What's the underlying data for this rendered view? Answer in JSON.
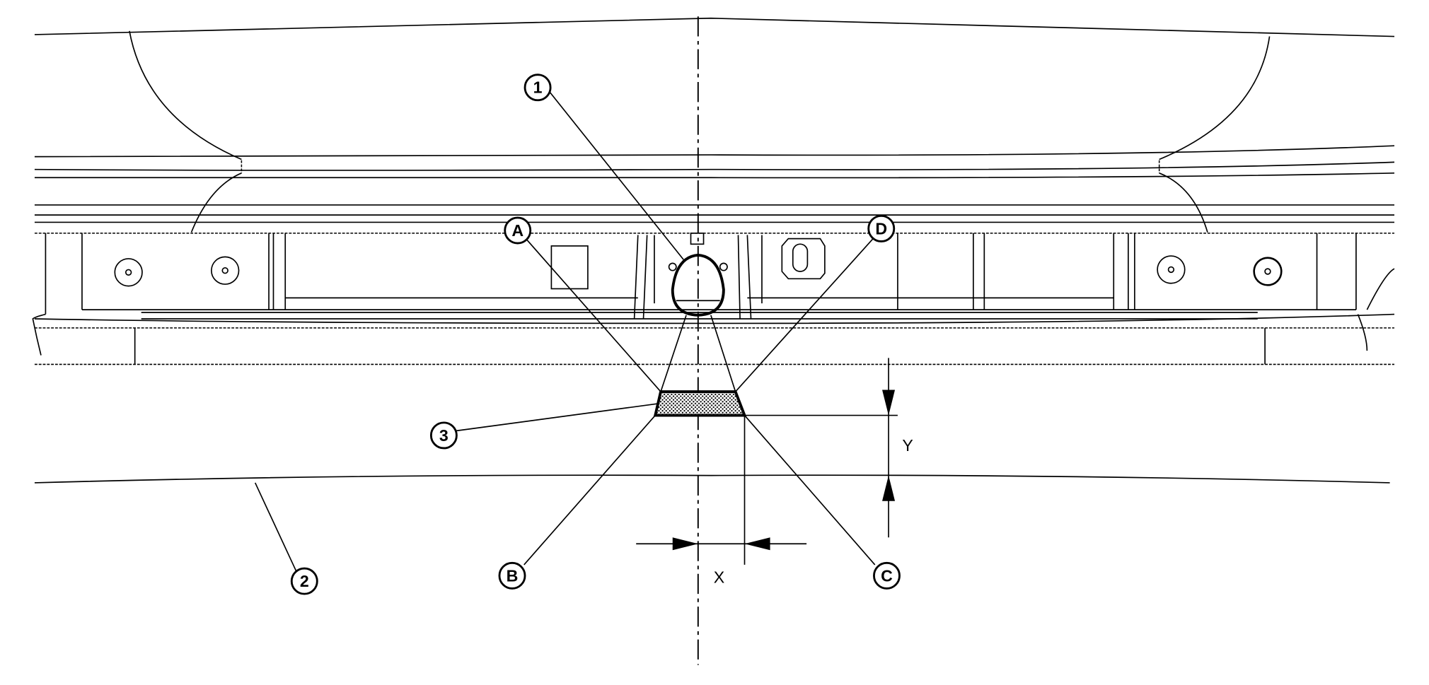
{
  "callouts": {
    "part1": "1",
    "part2": "2",
    "part3": "3",
    "pointA": "A",
    "pointB": "B",
    "pointC": "C",
    "pointD": "D"
  },
  "dimensions": {
    "x_label": "X",
    "y_label": "Y"
  },
  "colors": {
    "line": "#000000",
    "background": "#ffffff"
  }
}
